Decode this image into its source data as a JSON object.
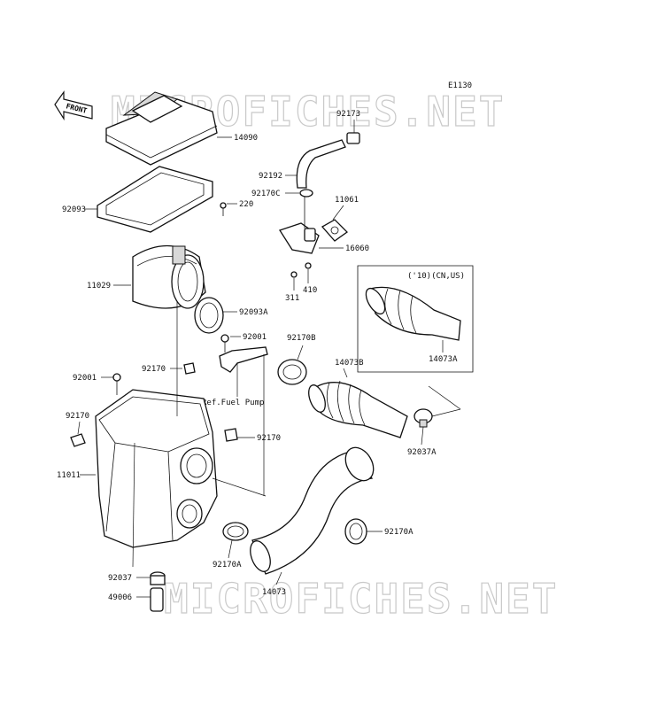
{
  "diagram": {
    "code": "E1130",
    "watermark": "MICROFICHES.NET",
    "front_label": "FRONT",
    "note_variant": "('10)(CN,US)",
    "ref_fuel_pump": "Ref.Fuel Pump",
    "labels": {
      "l14090": "14090",
      "l92093": "92093",
      "l220": "220",
      "l11029": "11029",
      "l92093A": "92093A",
      "l92001a": "92001",
      "l92170b1": "92170",
      "l92001b": "92001",
      "l92170a1": "92170",
      "l92170c": "92170",
      "l11011": "11011",
      "l92037": "92037",
      "l49006": "49006",
      "l92170A1": "92170A",
      "l14073": "14073",
      "l92170A2": "92170A",
      "l92037A": "92037A",
      "l14073B": "14073B",
      "l92170B": "92170B",
      "l14073A": "14073A",
      "l92173": "92173",
      "l92192": "92192",
      "l92170C": "92170C",
      "l11061": "11061",
      "l16060": "16060",
      "l410": "410",
      "l311": "311"
    }
  }
}
